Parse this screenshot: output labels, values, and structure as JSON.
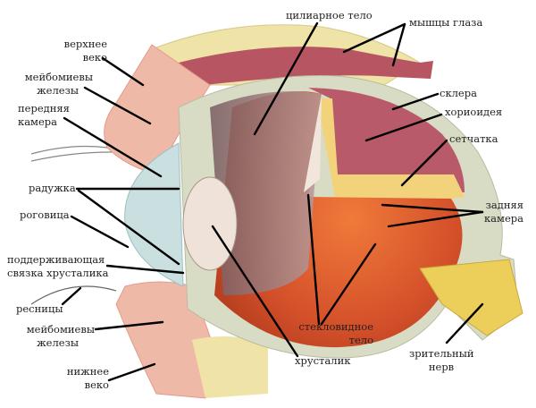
{
  "labels": {
    "upper_lid": [
      "верхнее",
      "веко"
    ],
    "meibomian_top": [
      "мейбомиевы",
      "железы"
    ],
    "anterior_chamber": [
      "передняя",
      "камера"
    ],
    "iris": "радужка",
    "cornea": "роговица",
    "zonule": [
      "поддерживающая",
      "связка хрусталика"
    ],
    "eyelashes": "ресницы",
    "meibomian_bottom": [
      "мейбомиевы",
      "железы"
    ],
    "lower_lid": [
      "нижнее",
      "веко"
    ],
    "ciliary_body": "цилиарное тело",
    "eye_muscles": "мышцы глаза",
    "sclera": "склера",
    "choroid": "хориоидея",
    "retina": "сетчатка",
    "posterior_chamber": [
      "задняя",
      "камера"
    ],
    "vitreous": [
      "стекловидное",
      "тело"
    ],
    "lens": "хрусталик",
    "optic_nerve": [
      "зрительный",
      "нерв"
    ]
  },
  "colors": {
    "sclera": "#d9dcc4",
    "choroid": "#b85a6a",
    "retina": "#f2d27a",
    "vitreous": "#d9552a",
    "lid": "#efb9a8",
    "muscle": "#b85563",
    "fat": "#efe3a8",
    "nerve": "#eccf5a",
    "cornea": "#c9dfe0"
  }
}
